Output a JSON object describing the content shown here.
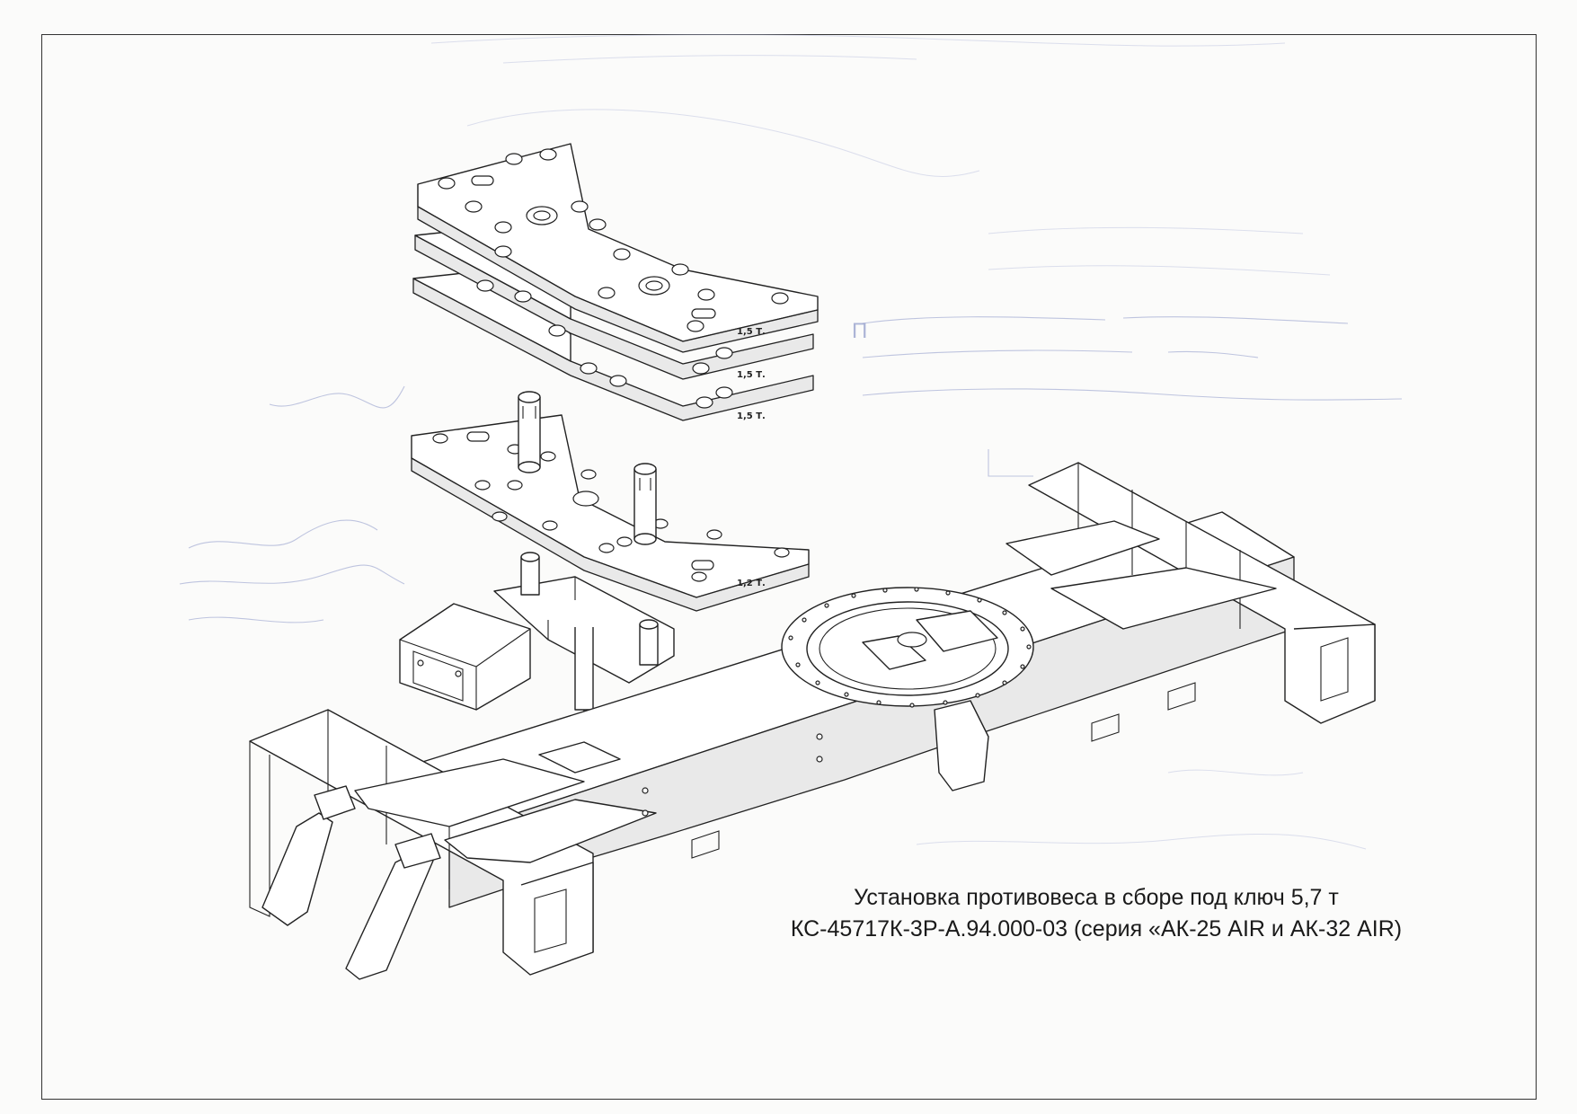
{
  "caption": {
    "line1": "Установка противовеса в сборе под ключ  5,7 т",
    "line2": "КС-45717К-3Р-А.94.000-03 (серия «АК-25 AIR и АК-32 AIR)"
  },
  "plates": [
    {
      "label": "1,5 Т."
    },
    {
      "label": "1,5 Т."
    },
    {
      "label": "1,5 Т."
    },
    {
      "label": "1,2 Т."
    }
  ],
  "handwritten_annotation": {
    "visible_text": "П"
  }
}
